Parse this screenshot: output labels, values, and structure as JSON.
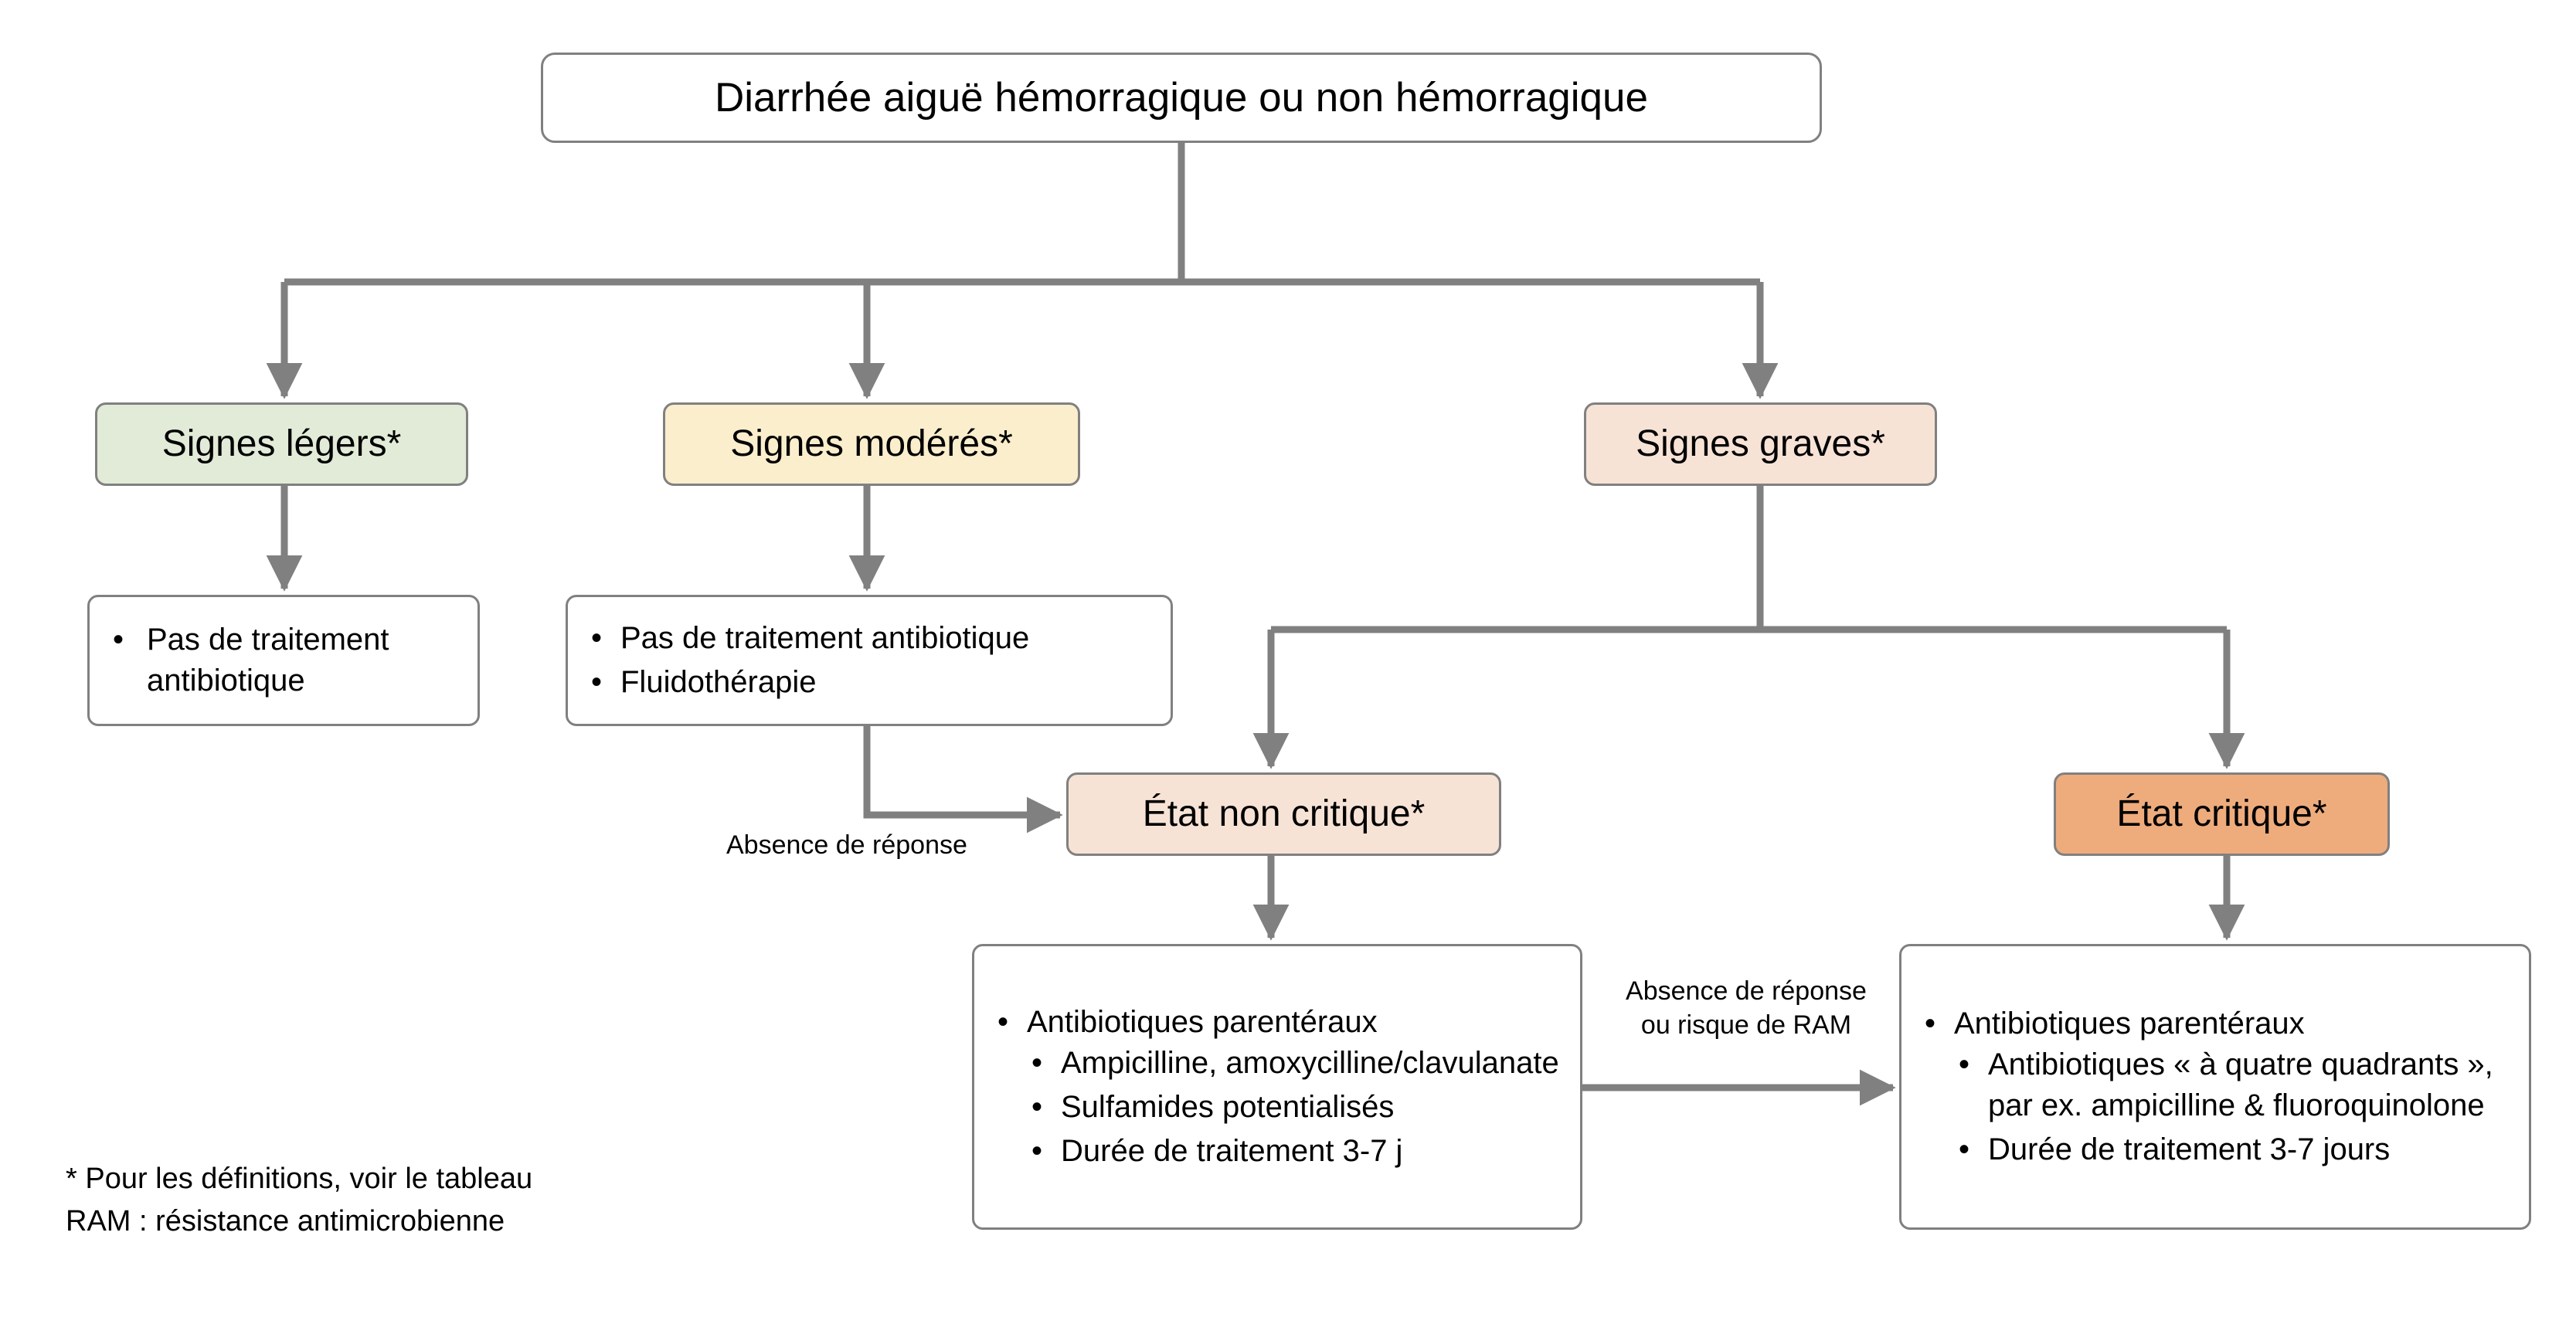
{
  "diagram": {
    "title_node": {
      "label": "Diarrhée aiguë hémorragique ou non hémorragique"
    },
    "severity": [
      {
        "id": "mild",
        "label": "Signes légers*",
        "color": "#e2ebd7"
      },
      {
        "id": "moderate",
        "label": "Signes modérés*",
        "color": "#fbeecd"
      },
      {
        "id": "severe",
        "label": "Signes graves*",
        "color": "#f7e3d6"
      }
    ],
    "states": [
      {
        "id": "noncritical",
        "label": "État non critique*",
        "color": "#f7e3d6"
      },
      {
        "id": "critical",
        "label": "État critique*",
        "color": "#eeac7d"
      }
    ],
    "treatment_mild": {
      "bullets": [
        {
          "text": "Pas de traitement antibiotique",
          "sub": []
        }
      ]
    },
    "treatment_moderate": {
      "bullets": [
        {
          "text": "Pas de traitement antibiotique",
          "sub": []
        },
        {
          "text": "Fluidothérapie",
          "sub": []
        }
      ]
    },
    "treatment_noncritical": {
      "bullets": [
        {
          "text": "Antibiotiques parentéraux",
          "sub": [
            "Ampicilline, amoxycilline/clavulanate",
            "Sulfamides potentialisés",
            "Durée de traitement 3-7 j"
          ]
        }
      ]
    },
    "treatment_critical": {
      "bullets": [
        {
          "text": "Antibiotiques parentéraux",
          "sub": [
            "Antibiotiques « à quatre quadrants », par ex. ampicilline & fluoroquinolone",
            "Durée de traitement 3-7 jours"
          ]
        }
      ]
    },
    "edge_labels": {
      "absence_response": "Absence de réponse",
      "absence_response_or_amr_line1": "Absence de réponse",
      "absence_response_or_amr_line2": "ou risque de RAM"
    },
    "footnote": {
      "line1": "* Pour les définitions, voir le tableau",
      "line2": "RAM : résistance antimicrobienne"
    },
    "colors": {
      "connector": "#808080",
      "border": "#808080",
      "background": "#ffffff",
      "text": "#000000"
    }
  }
}
